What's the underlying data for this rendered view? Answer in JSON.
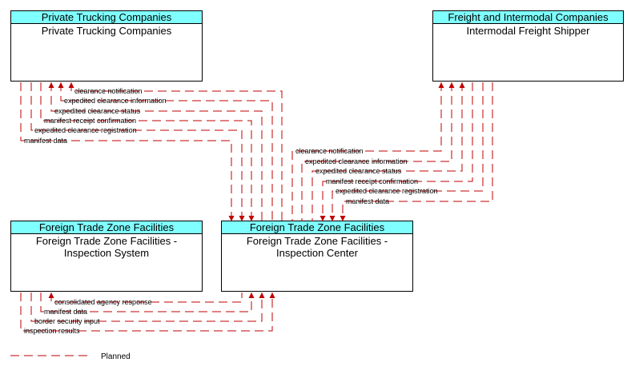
{
  "elements": {
    "private_trucking": {
      "header": "Private Trucking Companies",
      "title": "Private Trucking Companies"
    },
    "freight_intermodal": {
      "header": "Freight and Intermodal Companies",
      "title": "Intermodal Freight Shipper"
    },
    "ftz_inspection_system": {
      "header": "Foreign Trade Zone Facilities",
      "title": "Foreign Trade Zone Facilities - Inspection System"
    },
    "ftz_inspection_center": {
      "header": "Foreign Trade Zone Facilities",
      "title": "Foreign Trade Zone Facilities - Inspection Center"
    }
  },
  "flows": {
    "private_trucking": [
      "clearance notification",
      "expedited clearance information",
      "expedited clearance status",
      "manifest receipt confirmation",
      "expedited clearance registration",
      "manifest data"
    ],
    "freight_intermodal": [
      "clearance notification",
      "expedited clearance information",
      "expedited clearance status",
      "manifest receipt confirmation",
      "expedited clearance registration",
      "manifest data"
    ],
    "inspection_system": [
      "consolidated agency response",
      "manifest data",
      "border security input",
      "inspection results"
    ]
  },
  "legend": {
    "planned_label": "Planned"
  },
  "colors": {
    "flow_line": "#c00000",
    "box_header": "#7fffff"
  }
}
